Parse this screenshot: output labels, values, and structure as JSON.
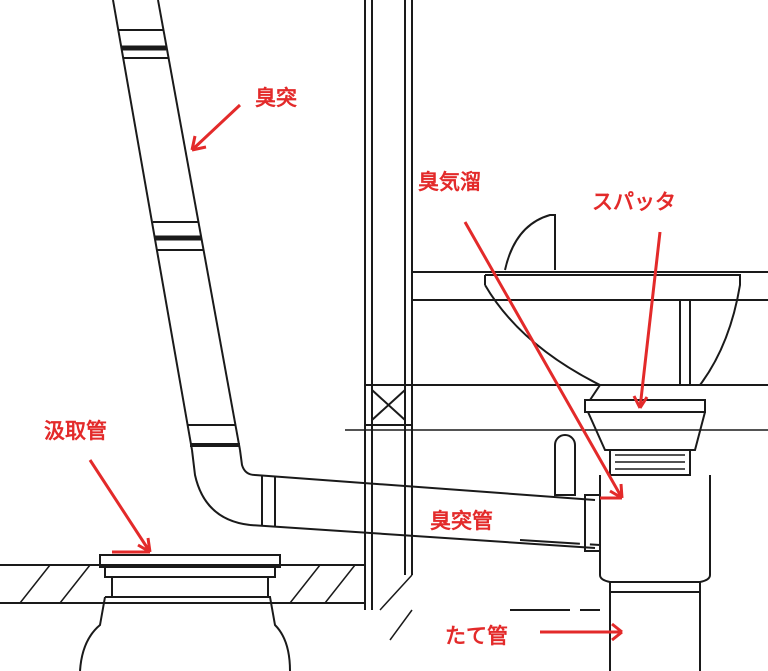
{
  "labels": {
    "vent": "臭突",
    "odor_trap": "臭気溜",
    "splatter": "スパッタ",
    "suction_pipe": "汲取管",
    "vent_pipe": "臭突管",
    "vertical_pipe": "たて管"
  },
  "colors": {
    "label": "#e32a2a",
    "line": "#1a1a1a"
  }
}
